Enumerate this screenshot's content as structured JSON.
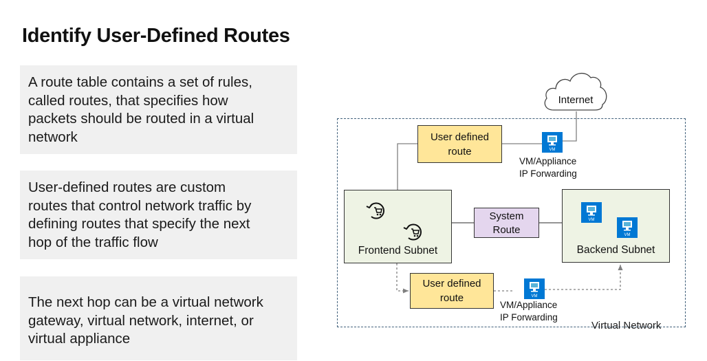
{
  "title": "Identify User-Defined Routes",
  "cards": [
    {
      "lines": [
        "A route table contains a set of rules,",
        "called routes, that specifies how",
        "packets should be routed in a virtual",
        "network"
      ]
    },
    {
      "lines": [
        "User-defined routes are custom",
        "routes that control network traffic by",
        "defining routes that specify the next",
        "hop of the traffic flow"
      ]
    },
    {
      "lines": [
        "The next hop can be a virtual network",
        "gateway, virtual network, internet, or",
        "virtual appliance"
      ]
    }
  ],
  "diagram": {
    "internet_label": "Internet",
    "vnet_label": "Virtual Network",
    "udr_top_lines": [
      "User defined",
      "route"
    ],
    "udr_bottom_lines": [
      "User defined",
      "route"
    ],
    "system_route_lines": [
      "System",
      "Route"
    ],
    "frontend_label": "Frontend Subnet",
    "backend_label": "Backend Subnet",
    "vm_badge": "VM",
    "vm_top_caption": [
      "VM/Appliance",
      "IP Forwarding"
    ],
    "vm_bottom_caption": [
      "VM/Appliance",
      "IP Forwarding"
    ],
    "colors": {
      "udr_fill": "#ffe699",
      "system_route_fill": "#e4d6ee",
      "subnet_fill": "#eef3e4",
      "vm_blue": "#0078d4",
      "card_bg": "#f0f0f0"
    }
  }
}
